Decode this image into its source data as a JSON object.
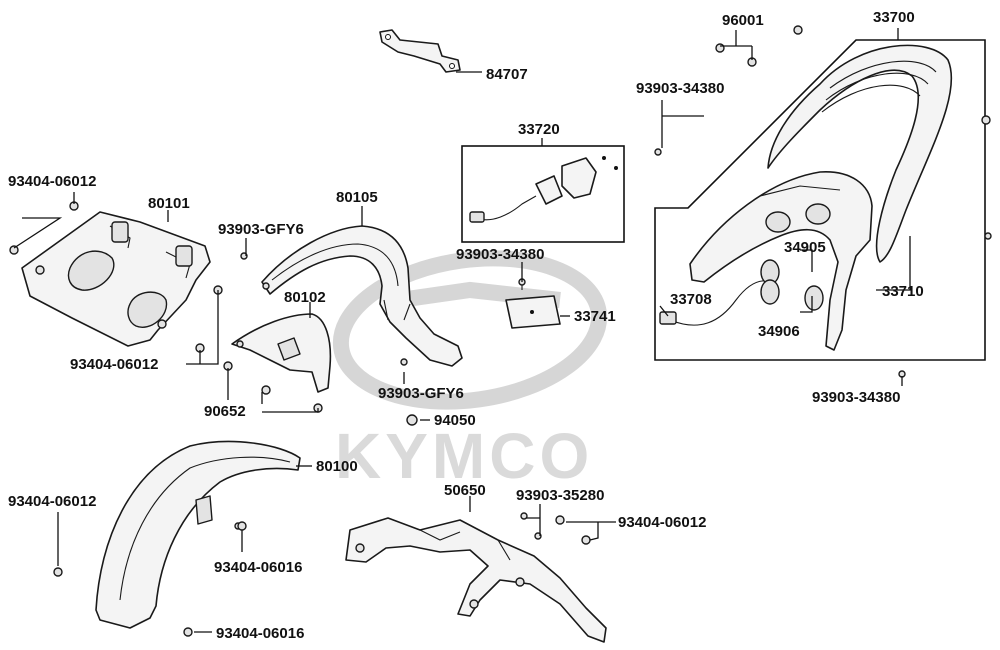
{
  "watermark": {
    "brand": "KYMCO"
  },
  "part_labels": {
    "p96001": "96001",
    "p33700": "33700",
    "p84707": "84707",
    "p93903_34380_top": "93903-34380",
    "p33720": "33720",
    "p93404_06012_a": "93404-06012",
    "p80101": "80101",
    "p80105": "80105",
    "p93903_GFY6_a": "93903-GFY6",
    "p93903_34380_mid": "93903-34380",
    "p34905": "34905",
    "p80102": "80102",
    "p33710": "33710",
    "p33708": "33708",
    "p33741": "33741",
    "p34906": "34906",
    "p93404_06012_b": "93404-06012",
    "p93903_GFY6_b": "93903-GFY6",
    "p93903_34380_bot": "93903-34380",
    "p90652": "90652",
    "p94050": "94050",
    "p80100": "80100",
    "p50650": "50650",
    "p93404_06012_c": "93404-06012",
    "p93903_35280": "93903-35280",
    "p93404_06012_d": "93404-06012",
    "p93404_06016_a": "93404-06016",
    "p93404_06016_b": "93404-06016"
  }
}
